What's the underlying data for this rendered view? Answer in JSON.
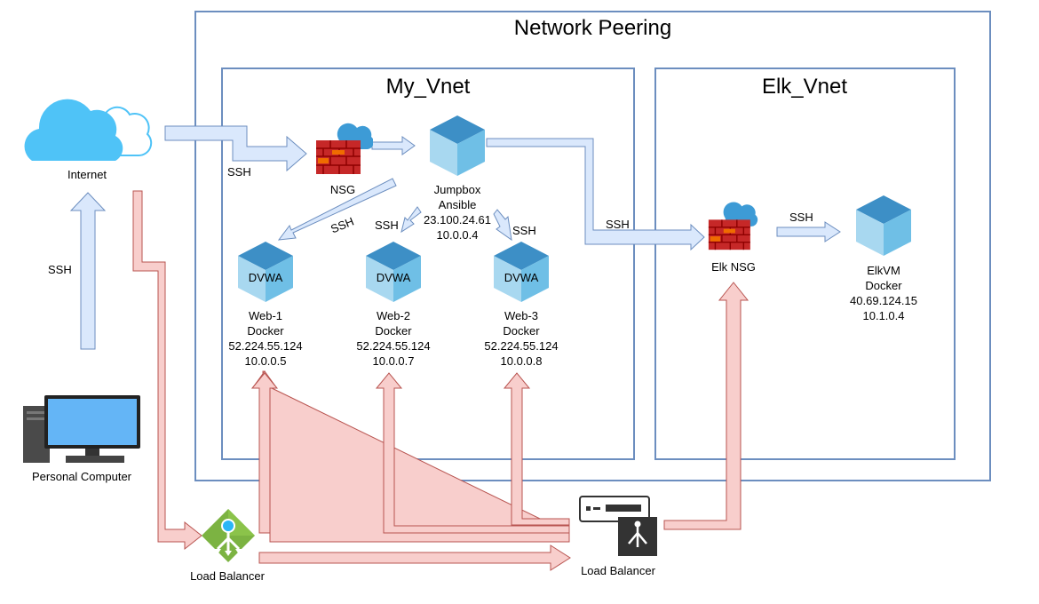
{
  "diagram": {
    "outer_title": "Network Peering",
    "my_vnet_title": "My_Vnet",
    "elk_vnet_title": "Elk_Vnet",
    "nodes": {
      "internet": "Internet",
      "personal_computer": "Personal Computer",
      "nsg": "NSG",
      "jumpbox": [
        "Jumpbox",
        "Ansible",
        "23.100.24.61",
        "10.0.0.4"
      ],
      "web1": [
        "Web-1",
        "Docker",
        "52.224.55.124",
        "10.0.0.5"
      ],
      "web2": [
        "Web-2",
        "Docker",
        "52.224.55.124",
        "10.0.0.7"
      ],
      "web3": [
        "Web-3",
        "Docker",
        "52.224.55.124",
        "10.0.0.8"
      ],
      "dvwa_badge": "DVWA",
      "elk_nsg": "Elk NSG",
      "elkvm": [
        "ElkVM",
        "Docker",
        "40.69.124.15",
        "10.1.0.4"
      ],
      "lb_left": "Load Balancer",
      "lb_right": "Load Balancer"
    },
    "edge_labels": {
      "internet_to_nsg": "SSH",
      "pc_to_internet": "SSH",
      "jump_to_web1": "SSH",
      "jump_to_web2": "SSH",
      "jump_to_web3": "SSH",
      "jump_to_elk": "SSH",
      "elknsg_to_elkvm": "SSH"
    }
  },
  "colors": {
    "container_border": "#6c8ebf",
    "ssh_arrow_fill": "#dae8fc",
    "ssh_arrow_stroke": "#6c8ebf",
    "lb_arrow_fill": "#f8cecc",
    "lb_arrow_stroke": "#b85450",
    "cloud_blue": "#4fc3f7",
    "firewall_red": "#c62828",
    "vm_blue": "#3d8fc6",
    "lb_green": "#7cb342"
  },
  "icons": {
    "internet": "cloud-icon",
    "nsg": "firewall-cloud-icon",
    "vm": "cube-vm-icon",
    "pc": "desktop-computer-icon",
    "lb_left": "azure-load-balancer-icon",
    "lb_right": "network-load-balancer-icon"
  }
}
